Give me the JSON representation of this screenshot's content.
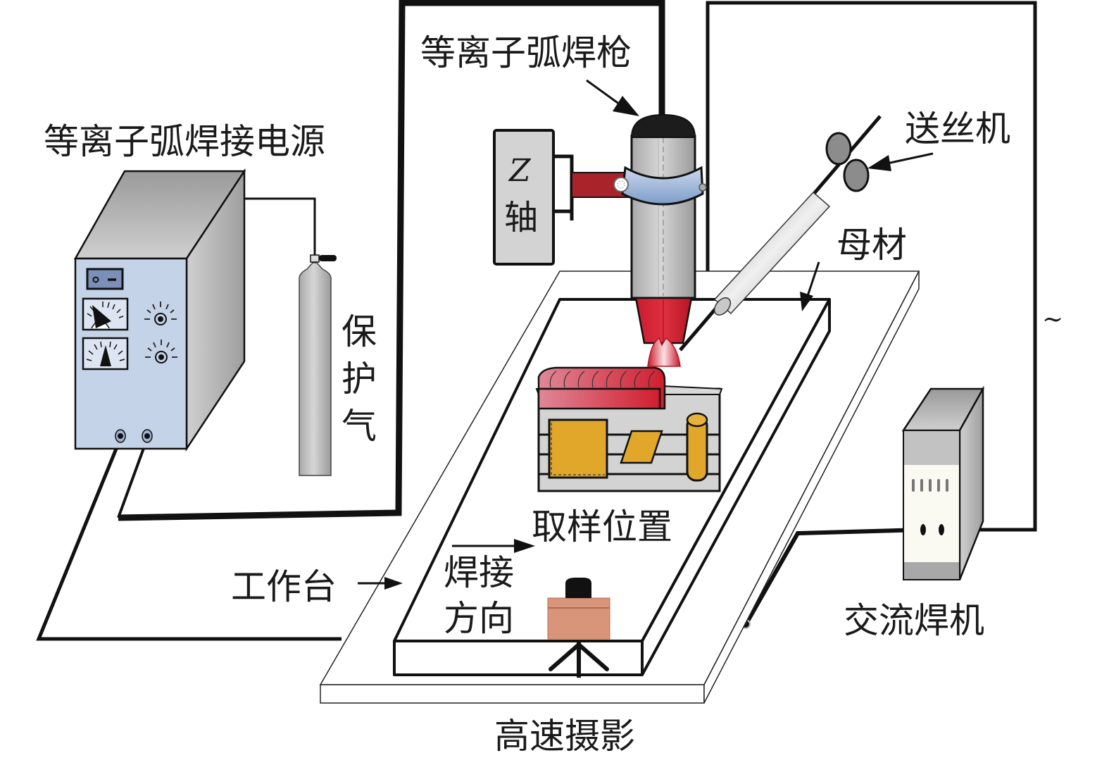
{
  "labels": {
    "power_source": "等离子弧焊接电源",
    "torch": "等离子弧焊枪",
    "wire_feeder": "送丝机",
    "z_axis_letter": "Z",
    "z_axis_char": "轴",
    "base_metal": "母材",
    "shield_gas": [
      "保",
      "护",
      "气"
    ],
    "ac_symbol": "~",
    "sampling_position": "取样位置",
    "worktable": "工作台",
    "welding_direction_line1": "焊接",
    "welding_direction_line2": "方向",
    "high_speed_camera": "高速摄影",
    "ac_welder": "交流焊机"
  },
  "colors": {
    "panel": "#c5d3e8",
    "metal": "#bdbdbd",
    "arc_red": "#d8283a",
    "weld_bead": "#d94050",
    "sample": "#e0a72a",
    "clamp": "#9db5d8",
    "arm": "#a8242a",
    "camera_body": "#d9957a"
  }
}
